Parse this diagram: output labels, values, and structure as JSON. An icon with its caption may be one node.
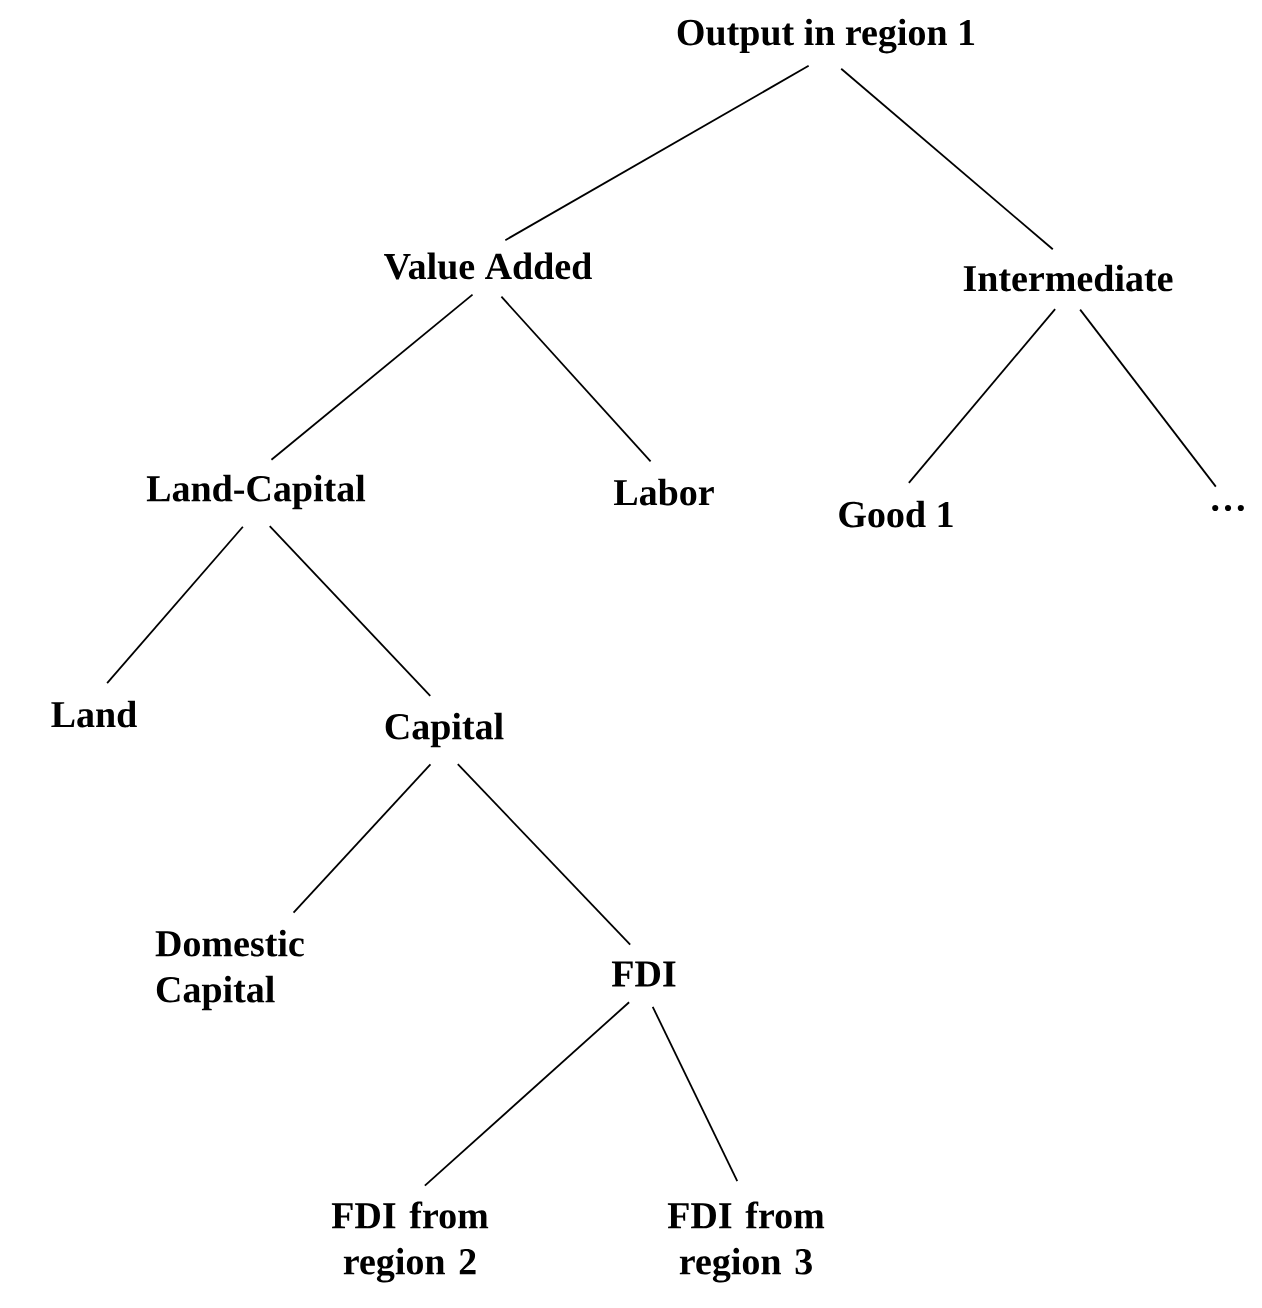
{
  "diagram": {
    "nodes": [
      {
        "text": [
          "Output in region 1"
        ]
      },
      {
        "text": [
          "Value Added"
        ]
      },
      {
        "text": [
          "Intermediate"
        ]
      },
      {
        "text": [
          "Land-Capital"
        ]
      },
      {
        "text": [
          "Labor"
        ]
      },
      {
        "text": [
          "Good 1"
        ]
      },
      {
        "text": [
          "…"
        ]
      },
      {
        "text": [
          "Land"
        ]
      },
      {
        "text": [
          "Capital"
        ]
      },
      {
        "text": [
          "Domestic Capital"
        ]
      },
      {
        "text": [
          "FDI"
        ]
      },
      {
        "text": [
          "FDI from region 2"
        ]
      },
      {
        "text": [
          "FDI from region 3"
        ]
      }
    ],
    "edges": [
      {
        "from": 0,
        "to": 1,
        "arrow": "none"
      },
      {
        "from": 0,
        "to": 2,
        "arrow": "none"
      },
      {
        "from": 1,
        "to": 3,
        "arrow": "none"
      },
      {
        "from": 1,
        "to": 4,
        "arrow": "none"
      },
      {
        "from": 2,
        "to": 5,
        "arrow": "none"
      },
      {
        "from": 2,
        "to": 6,
        "arrow": "none"
      },
      {
        "from": 3,
        "to": 7,
        "arrow": "none"
      },
      {
        "from": 3,
        "to": 8,
        "arrow": "none"
      },
      {
        "from": 8,
        "to": 9,
        "arrow": "none"
      },
      {
        "from": 8,
        "to": 10,
        "arrow": "none"
      },
      {
        "from": 10,
        "to": 11,
        "arrow": "none"
      },
      {
        "from": 10,
        "to": 12,
        "arrow": "none"
      }
    ]
  }
}
